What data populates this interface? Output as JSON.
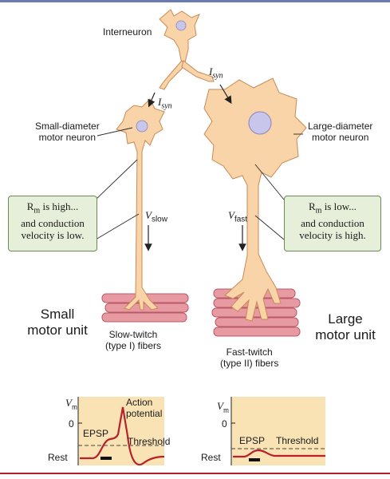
{
  "labels": {
    "interneuron": "Interneuron",
    "isyn_top": "I",
    "isyn_top_sub": "syn",
    "isyn_small": "I",
    "isyn_small_sub": "syn",
    "small_neuron_line1": "Small-diameter",
    "small_neuron_line2": "motor neuron",
    "large_neuron_line1": "Large-diameter",
    "large_neuron_line2": "motor neuron",
    "v_slow": "V",
    "v_slow_sub": "slow",
    "v_fast": "V",
    "v_fast_sub": "fast",
    "small_unit_line1": "Small",
    "small_unit_line2": "motor unit",
    "large_unit_line1": "Large",
    "large_unit_line2": "motor unit",
    "slow_fibers_line1": "Slow-twitch",
    "slow_fibers_line2": "(type I) fibers",
    "fast_fibers_line1": "Fast-twitch",
    "fast_fibers_line2": "(type II) fibers"
  },
  "boxes": {
    "small": {
      "r": "R",
      "r_sub": "m",
      "line1_rest": " is high...",
      "line2": "and conduction",
      "line3": "velocity is low."
    },
    "large": {
      "r": "R",
      "r_sub": "m",
      "line1_rest": " is low...",
      "line2": "and conduction",
      "line3": "velocity is high."
    }
  },
  "graphs": {
    "left": {
      "vm": "V",
      "vm_sub": "m",
      "zero": "0",
      "rest": "Rest",
      "epsp": "EPSP",
      "threshold": "Threshold",
      "ap_line1": "Action",
      "ap_line2": "potential"
    },
    "right": {
      "vm": "V",
      "vm_sub": "m",
      "zero": "0",
      "rest": "Rest",
      "epsp": "EPSP",
      "threshold": "Threshold"
    }
  },
  "colors": {
    "neuron_fill": "#f8d4a8",
    "neuron_stroke": "#c98a55",
    "nucleus": "#c9c6ec",
    "muscle": "#e79aa2",
    "muscle_stroke": "#b85a66",
    "graph_bg": "#f9e3b5",
    "trace": "#b8202b",
    "box_fill": "#e6efd9",
    "box_stroke": "#6d8a54",
    "top_rule": "#6a7bb0",
    "bottom_rule": "#b01e2a"
  }
}
